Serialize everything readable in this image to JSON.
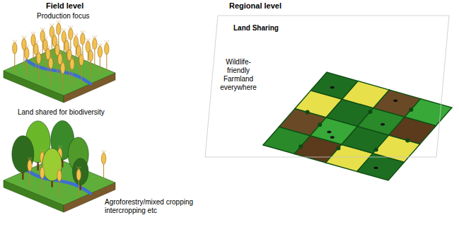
{
  "diagram": {
    "nodes": [
      {
        "text": [
          "Land Sharing",
          "Wildlife-friendly Farmland everywhere"
        ]
      }
    ],
    "labels": [
      "Field level",
      "Production focus",
      "Land shared for biodiversity",
      "Agroforestry/mixed cropping intercropping etc",
      "Regional level"
    ]
  }
}
